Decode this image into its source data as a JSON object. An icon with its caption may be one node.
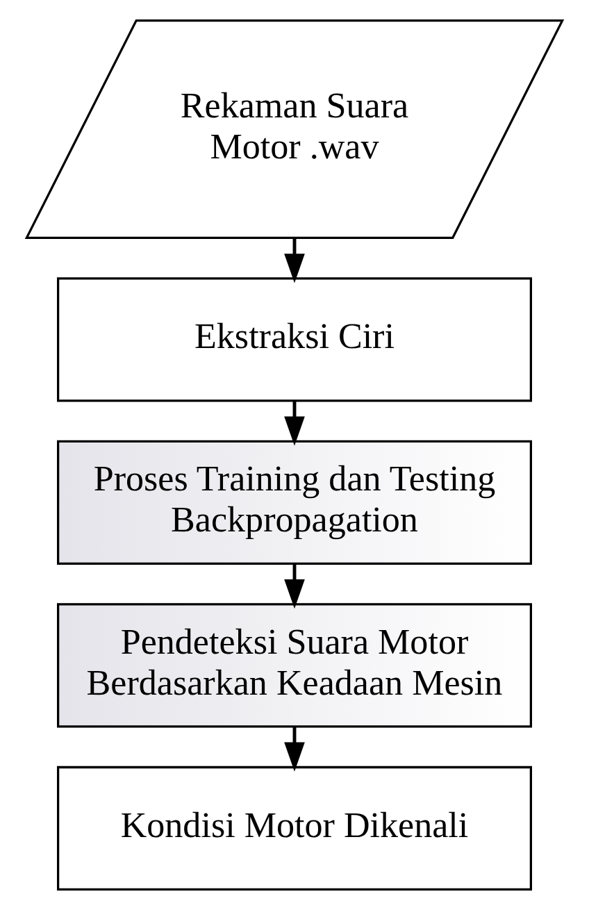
{
  "diagram": {
    "nodes": [
      {
        "text": [
          "Rekaman Suara Motor .wav"
        ]
      },
      {
        "text": [
          "Ekstraksi Ciri"
        ]
      },
      {
        "text": [
          "Proses Training dan Testing Backpropagation"
        ]
      },
      {
        "text": [
          "Pendeteksi Suara Motor Berdasarkan Keadaan Mesin"
        ]
      },
      {
        "text": [
          "Kondisi Motor Dikenali"
        ]
      }
    ],
    "edges": [
      {
        "from": 0,
        "to": 1,
        "arrow": "to"
      },
      {
        "from": 1,
        "to": 2,
        "arrow": "to"
      },
      {
        "from": 2,
        "to": 3,
        "arrow": "to"
      },
      {
        "from": 3,
        "to": 4,
        "arrow": "to"
      }
    ]
  }
}
